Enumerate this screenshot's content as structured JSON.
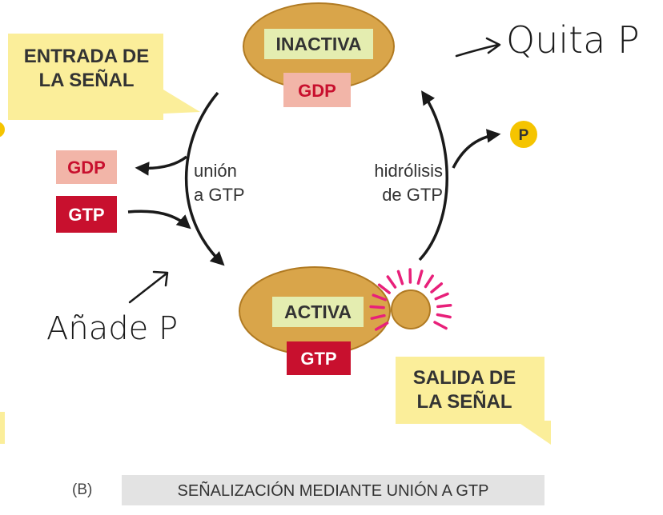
{
  "colors": {
    "node_fill": "#d9a54a",
    "node_stroke": "#b07a22",
    "label_green": "#e4edb0",
    "gdp_fill": "#f2b5a8",
    "gdp_text": "#c8102e",
    "gtp_fill": "#c8102e",
    "gtp_text": "#ffffff",
    "callout": "#fbee9a",
    "arrow": "#1a1a1a",
    "phosphate": "#f5c400",
    "burst": "#e8207a",
    "footer_box": "#e3e3e3",
    "text": "#333333"
  },
  "nodes": {
    "inactive": {
      "label": "INACTIVA",
      "nucleotide": "GDP"
    },
    "active": {
      "label": "ACTIVA",
      "nucleotide": "GTP"
    }
  },
  "inputs": {
    "released": "GDP",
    "bound": "GTP"
  },
  "processes": {
    "binding": {
      "line1": "unión",
      "line2": "a GTP"
    },
    "hydrolysis": {
      "line1": "hidrólisis",
      "line2": "de GTP"
    }
  },
  "phosphate_label": "P",
  "callouts": {
    "input": {
      "line1": "ENTRADA DE",
      "line2": "LA SEÑAL"
    },
    "output": {
      "line1": "SALIDA DE",
      "line2": "LA SEÑAL"
    }
  },
  "handwritten": {
    "removes": "Quita P",
    "adds": "Añade P"
  },
  "footer": {
    "panel": "(B)",
    "caption": "SEÑALIZACIÓN MEDIANTE UNIÓN A GTP"
  }
}
